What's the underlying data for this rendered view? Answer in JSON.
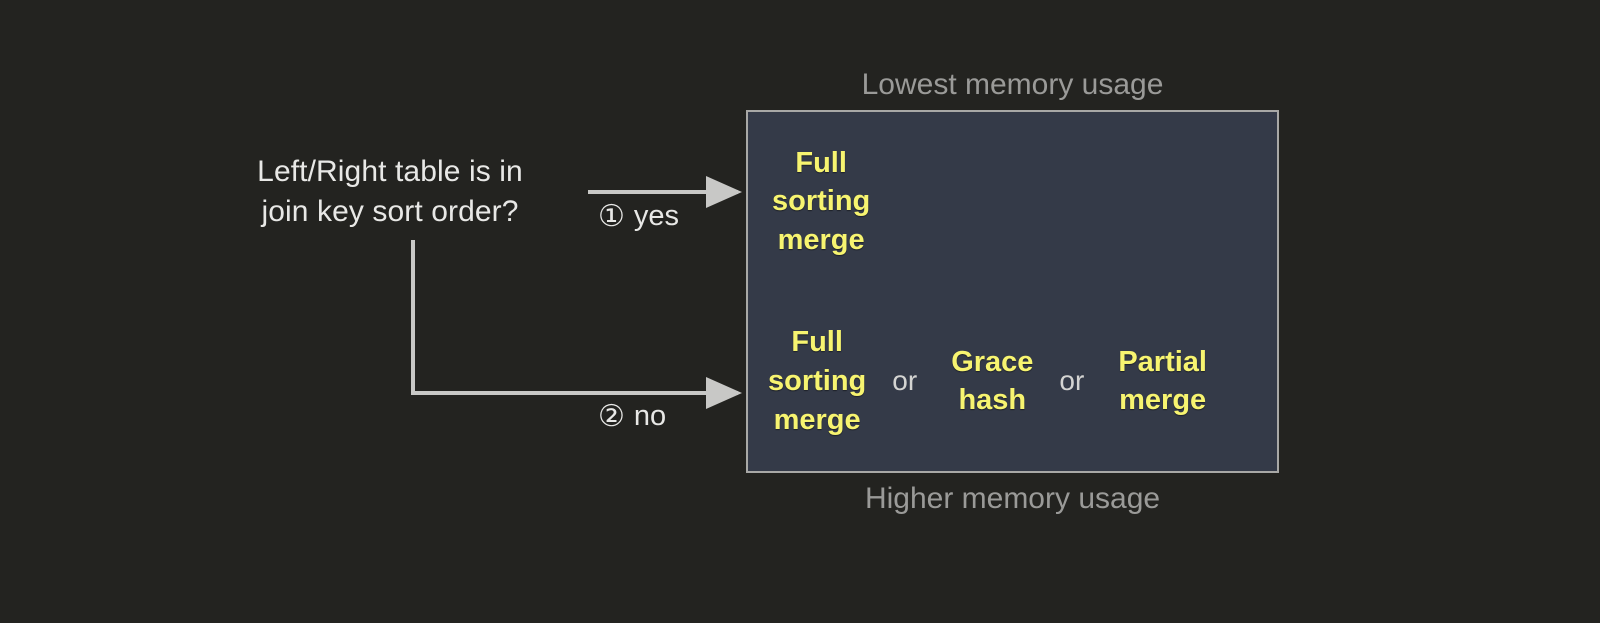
{
  "decision": {
    "question": "Left/Right table is in\njoin key sort order?"
  },
  "branches": [
    {
      "marker": "①",
      "label": "yes",
      "name": "yes"
    },
    {
      "marker": "②",
      "label": "no",
      "name": "no"
    }
  ],
  "panel": {
    "rows": [
      {
        "name": "sorted-outcome",
        "options": [
          {
            "text": "Full\nsorting\nmerge"
          }
        ]
      },
      {
        "name": "unsorted-outcome",
        "separator": "or",
        "options": [
          {
            "text": "Full\nsorting\nmerge"
          },
          {
            "text": "Grace\nhash"
          },
          {
            "text": "Partial\nmerge"
          }
        ]
      }
    ]
  },
  "captions": {
    "top": "Lowest memory usage",
    "bottom": "Higher memory usage"
  },
  "colors": {
    "background": "#232320",
    "panel_fill": "#343a48",
    "panel_border": "#a8a8a6",
    "option_text": "#f7f470",
    "body_text": "#e8e8e6",
    "caption_text": "#9a9a98",
    "connector": "#c8c8c6"
  }
}
